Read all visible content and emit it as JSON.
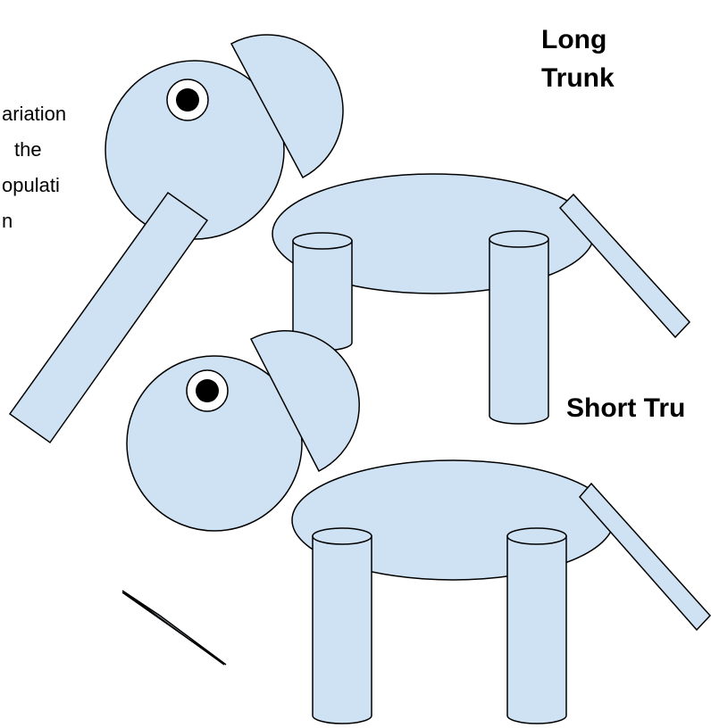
{
  "colors": {
    "fill": "#cfe2f3",
    "stroke": "#000000",
    "background": "#ffffff"
  },
  "labels": {
    "variation_lines": [
      "ariation",
      "the",
      "opulati",
      "n"
    ],
    "long_trunk_lines": [
      "Long",
      "Trunk"
    ],
    "short_trunk": "Short Tru"
  }
}
